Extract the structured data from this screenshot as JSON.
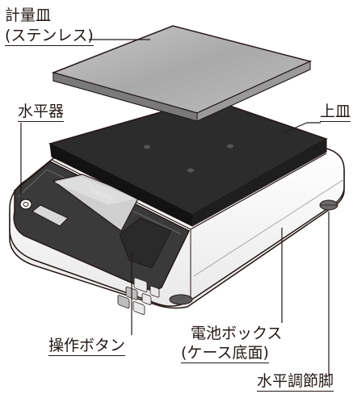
{
  "labels": {
    "weighing_pan": [
      "計量皿",
      "(ステンレス)"
    ],
    "level": "水平器",
    "top_tray": "上皿",
    "buttons": "操作ボタン",
    "battery_box": [
      "電池ボックス",
      "(ケース底面)"
    ],
    "leveling_foot": "水平調節脚"
  },
  "brand": "TANITA",
  "colors": {
    "line": "#231815",
    "pan_top": "#b4b4b4",
    "tray_top": "#2b2b2b",
    "body": "#f7f7f7",
    "display": "#cfcfcf"
  }
}
